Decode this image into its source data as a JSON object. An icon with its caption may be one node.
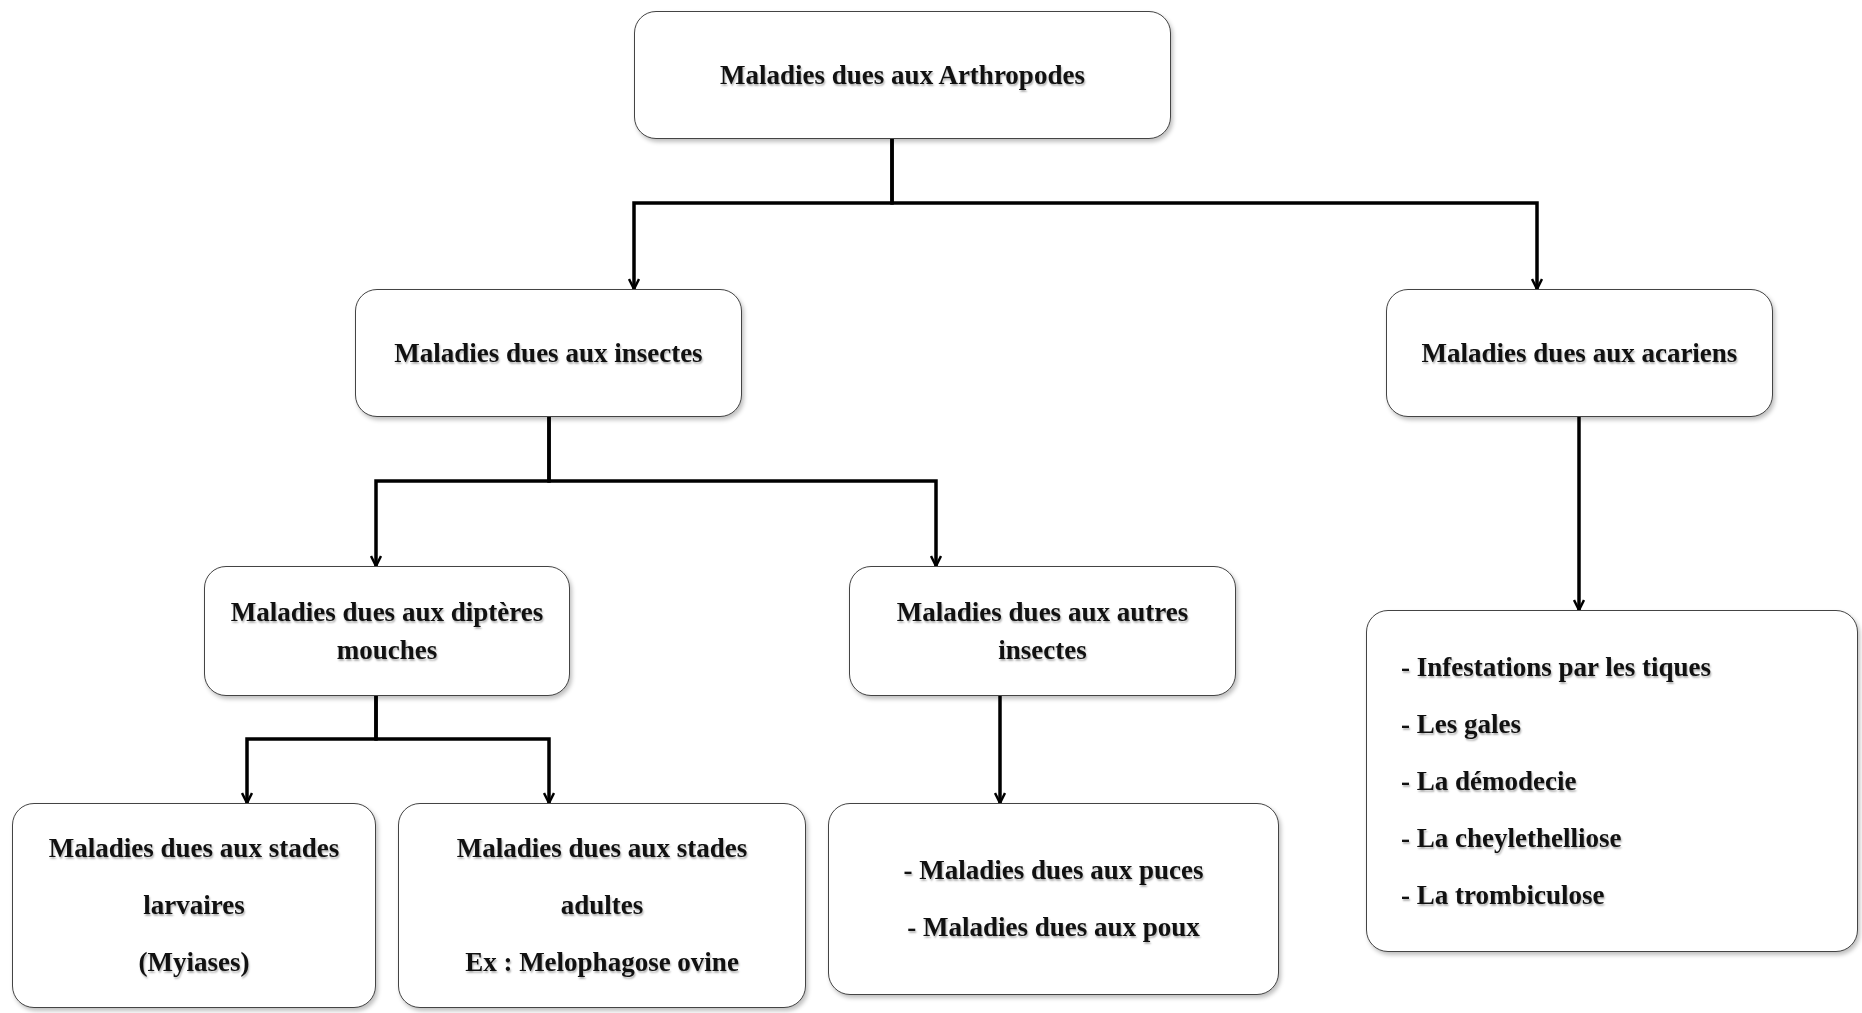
{
  "diagram": {
    "nodes": [
      {
        "text": [
          "Maladies dues aux Arthropodes"
        ]
      },
      {
        "text": [
          "Maladies dues aux insectes"
        ]
      },
      {
        "text": [
          "Maladies dues aux acariens"
        ]
      },
      {
        "text": [
          "Maladies dues aux diptères mouches"
        ]
      },
      {
        "text": [
          "Maladies dues aux autres insectes"
        ]
      },
      {
        "text": [
          "Maladies dues aux stades larvaires",
          "(Myiases)"
        ]
      },
      {
        "text": [
          "Maladies dues aux stades adultes",
          "Ex : Melophagose ovine"
        ]
      },
      {
        "text": [
          "- Maladies dues aux puces",
          "- Maladies dues aux poux"
        ]
      },
      {
        "text": [
          "- Infestations par les tiques",
          "- Les gales",
          "- La démodecie",
          "- La cheylethelliose",
          "- La trombiculose"
        ]
      }
    ],
    "edges": [
      {
        "from": 0,
        "to": 1,
        "arrow": "to"
      },
      {
        "from": 0,
        "to": 2,
        "arrow": "to"
      },
      {
        "from": 1,
        "to": 3,
        "arrow": "to"
      },
      {
        "from": 1,
        "to": 4,
        "arrow": "to"
      },
      {
        "from": 3,
        "to": 5,
        "arrow": "to"
      },
      {
        "from": 3,
        "to": 6,
        "arrow": "to"
      },
      {
        "from": 4,
        "to": 7,
        "arrow": "to"
      },
      {
        "from": 2,
        "to": 8,
        "arrow": "to"
      }
    ]
  }
}
